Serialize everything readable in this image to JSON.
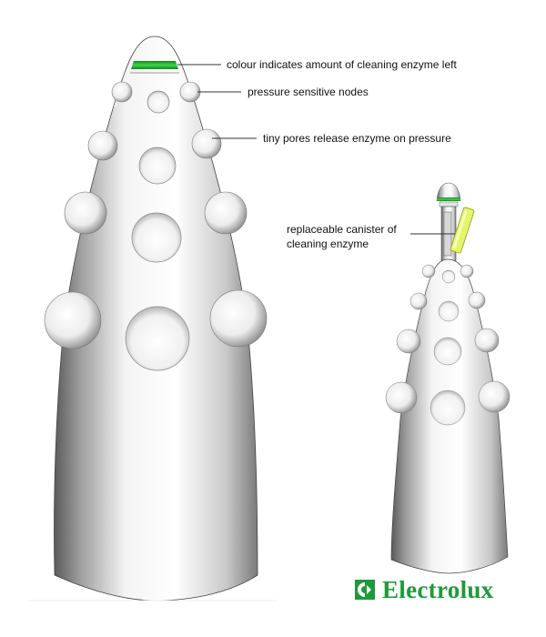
{
  "annotations": {
    "colour_indicator": "colour indicates amount of cleaning enzyme left",
    "pressure_nodes": "pressure sensitive nodes",
    "tiny_pores": "tiny pores release enzyme on pressure",
    "canister_line1": "replaceable canister of",
    "canister_line2": "cleaning enzyme"
  },
  "brand": {
    "name": "Electrolux",
    "color": "#1f9a3a"
  },
  "colors": {
    "indicator_green": "#1fb52c",
    "canister_yellow": "#e4f56a",
    "body_light": "#ffffff",
    "body_dark": "#6e6e6e"
  }
}
